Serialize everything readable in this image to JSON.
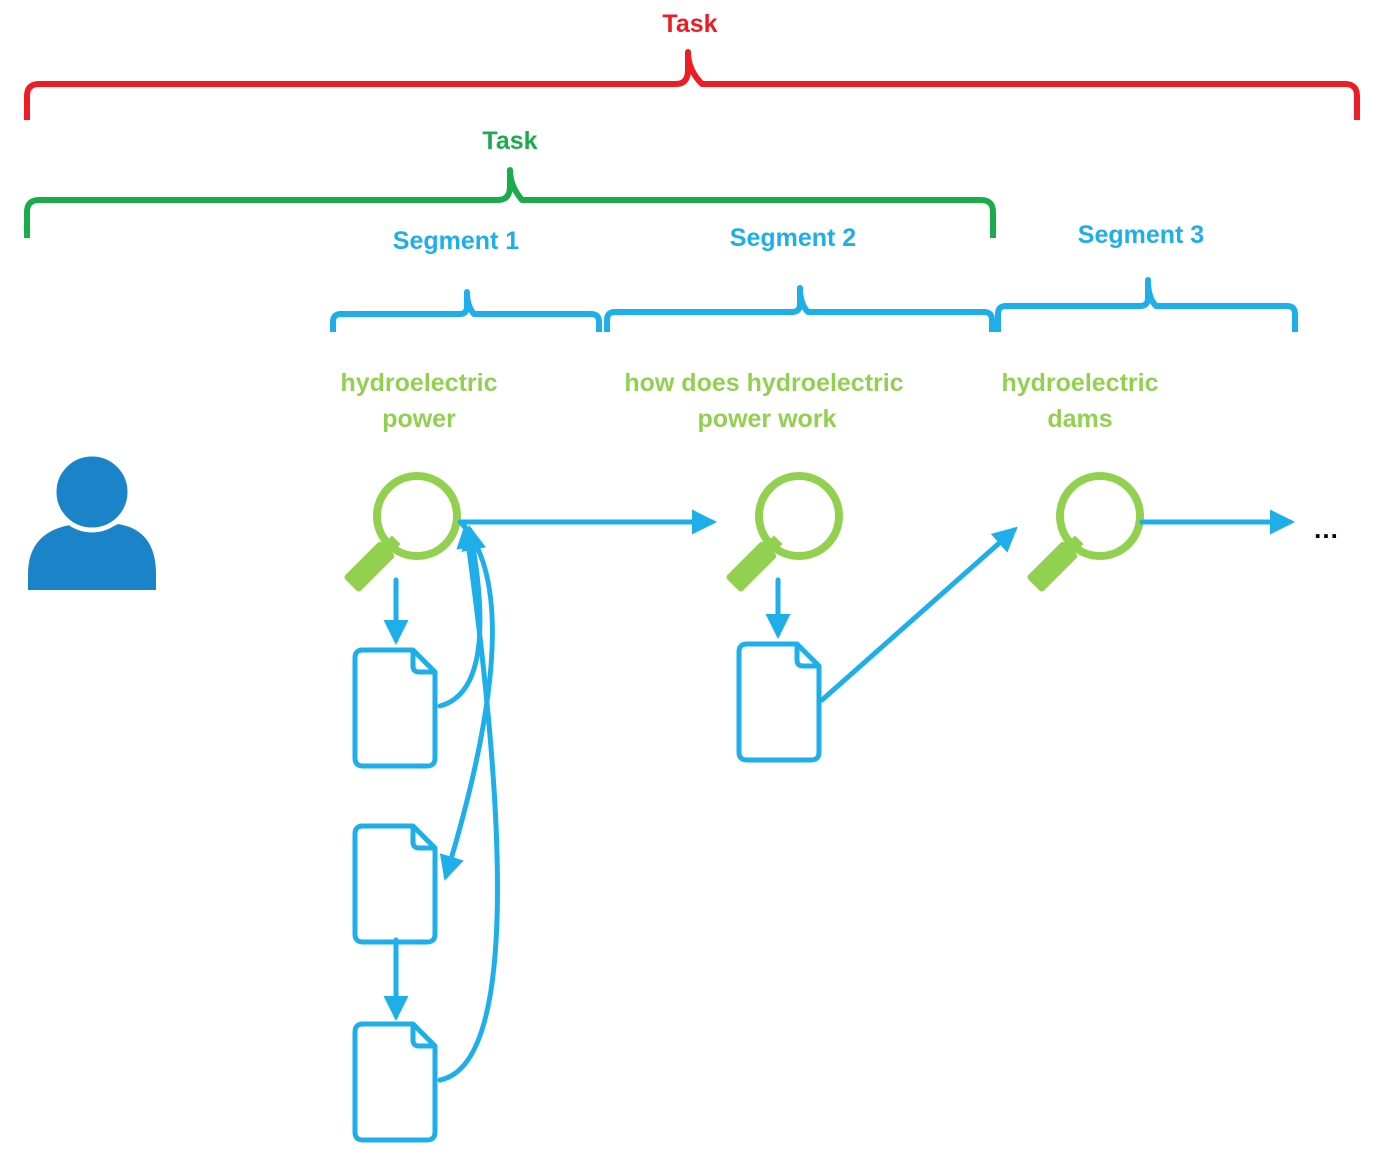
{
  "diagram": {
    "task_outer": {
      "label": "Task"
    },
    "task_inner": {
      "label": "Task"
    },
    "segments": [
      {
        "label": "Segment 1"
      },
      {
        "label": "Segment 2"
      },
      {
        "label": "Segment 3"
      }
    ],
    "queries": [
      {
        "line1": "hydroelectric",
        "line2": "power"
      },
      {
        "line1": "how does hydroelectric",
        "line2": "power work"
      },
      {
        "line1": "hydroelectric",
        "line2": "dams"
      }
    ],
    "continuation": "…",
    "colors": {
      "outer_task": "#ee1c25",
      "inner_task": "#1aab4b",
      "segment": "#1eaeea",
      "query": "#92d050",
      "user_icon": "#1b84c9",
      "document": "#1eaeea"
    },
    "icons": {
      "user": "user-icon",
      "search": "magnifier-icon",
      "document": "document-icon"
    }
  }
}
